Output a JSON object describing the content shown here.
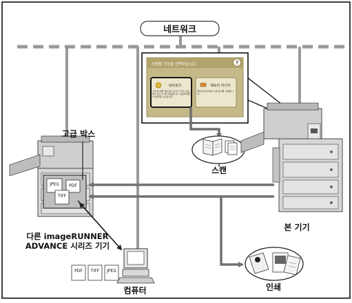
{
  "network_label": "네트워크",
  "screen": {
    "header_text": "사용할 기능을 선택하십시오.",
    "help_symbol": "?",
    "option_left": {
      "title": "네트워크",
      "desc": "스캔 문서를 네트워크 상의 기기의 고급 박스 또는 PC에 저장합니다. 저장하려면 이 버튼을 누르십시오."
    },
    "option_right": {
      "title": "메모리 미디어",
      "desc": "메모리 미디어에 스캔 문서를 저장합니다."
    }
  },
  "labels": {
    "advanced_box": "고급 박스",
    "scan": "스캔",
    "other_device_line1": "다른 imageRUNNER",
    "other_device_line2": "ADVANCE 시리즈 기기",
    "main_device": "본 기기",
    "computer": "컴퓨터",
    "print": "인쇄"
  },
  "file_formats": {
    "box": [
      "JPEG",
      "PDF",
      "TIFF"
    ],
    "computer": [
      "PDF",
      "TIFF",
      "JPEG"
    ]
  },
  "colors": {
    "network_line": "#999999",
    "arrow_line": "#707070",
    "screen_bg": "#c5b98a",
    "screen_border": "#9a8a55",
    "button_bg": "#ece6cc",
    "selected_border": "#000000"
  }
}
